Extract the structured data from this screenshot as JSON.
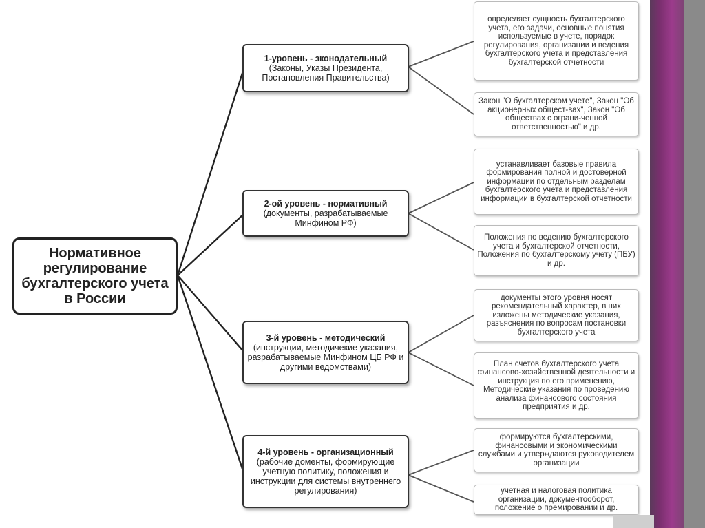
{
  "root": {
    "title": "Нормативное регулирование бухгалтерского учета в России"
  },
  "levels": [
    {
      "title": "1-уровень - зконодательный",
      "detail": "(Законы, Указы Президента, Постановления Правительства)",
      "notes": [
        "определяет сущность бухгалтерского учета, его задачи, основные понятия используемые в учете, порядок регулирования, организации и ведения бухгалтерского учета и представления бухгалтерской отчетности",
        "Закон \"О бухгалтерском учете\", Закон \"Об акционерных общест-вах\", Закон \"Об обществах с ограни-ченной ответственностью\" и др."
      ]
    },
    {
      "title": "2-ой уровень - нормативный",
      "detail": "(документы, разрабатываемые Минфином РФ)",
      "notes": [
        "устанавливает базовые правила формирования полной и достоверной информации по отдельным разделам бухгалтерского учета и представления информации в бухгалтерской отчетности",
        "Положения по ведению бухгалтерского учета и бухгалтерской отчетности, Положения по бухгалтерскому учету (ПБУ) и др."
      ]
    },
    {
      "title": "3-й уровень - методический",
      "detail": "(инструкции, методичекие указания, разрабатываемые Минфином ЦБ РФ и другими ведомствами)",
      "notes": [
        "документы этого уровня носят рекомендательный характер, в них изложены методические указания, разъяснения по вопросам постановки бухгалтерского учета",
        "План счетов бухгалтерского учета финансово-хозяйственной деятельности и инструкция по его применению, Методические указания по проведению анализа финансового состояния предприятия и др."
      ]
    },
    {
      "title": "4-й уровень - организационный",
      "detail": "(рабочие доменты, формирующие учетную политику, положения и инструкции для системы внутреннего регулирования)",
      "notes": [
        "формируются бухгалтерскими, финансовыми и экономическими службами и утверждаются руководителем организации",
        "учетная и налоговая политика организации, документооборот, положение о премировании и др."
      ]
    }
  ]
}
